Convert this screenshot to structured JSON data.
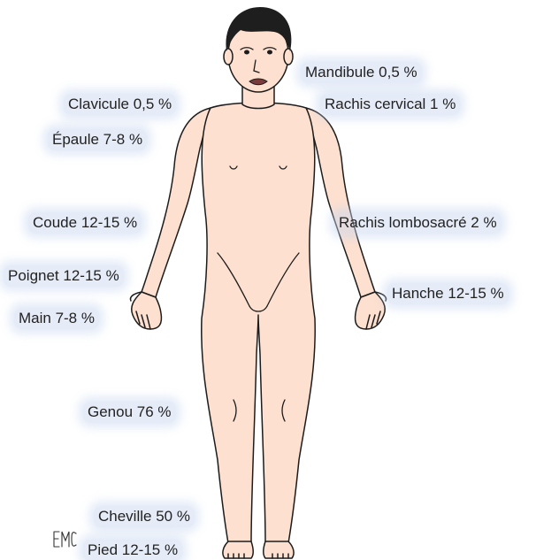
{
  "colors": {
    "skin": "#fde0cf",
    "outline": "#1c1c1c",
    "hair": "#1e1e1e",
    "label_glow": "#c6d4f0",
    "text": "#222222"
  },
  "labels": {
    "mandibule": "Mandibule 0,5 %",
    "clavicule": "Clavicule 0,5 %",
    "rachis_cervical": "Rachis cervical 1 %",
    "epaule": "Épaule 7-8 %",
    "coude": "Coude 12-15 %",
    "rachis_lombosacre": "Rachis lombosacré 2 %",
    "poignet": "Poignet 12-15 %",
    "hanche": "Hanche 12-15 %",
    "main": "Main 7-8 %",
    "genou": "Genou 76 %",
    "cheville": "Cheville 50 %",
    "pied": "Pied 12-15 %"
  },
  "logo": {
    "text": "EMC"
  }
}
